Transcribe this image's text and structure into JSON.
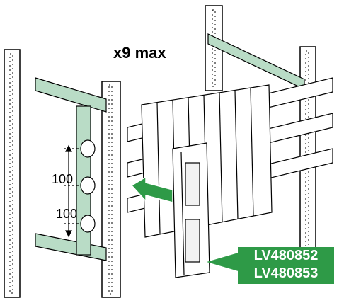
{
  "heading": "x9 max",
  "dimensions": [
    "100",
    "100"
  ],
  "reference_codes": [
    "LV480852",
    "LV480853"
  ],
  "colors": {
    "rail": "#ffffff",
    "rail_stroke": "#000000",
    "bracket": "#b9dcc6",
    "busbar": "#ffffff",
    "arrow": "#2e9a47",
    "label_bg": "#2e9a47",
    "label_text": "#ffffff"
  }
}
